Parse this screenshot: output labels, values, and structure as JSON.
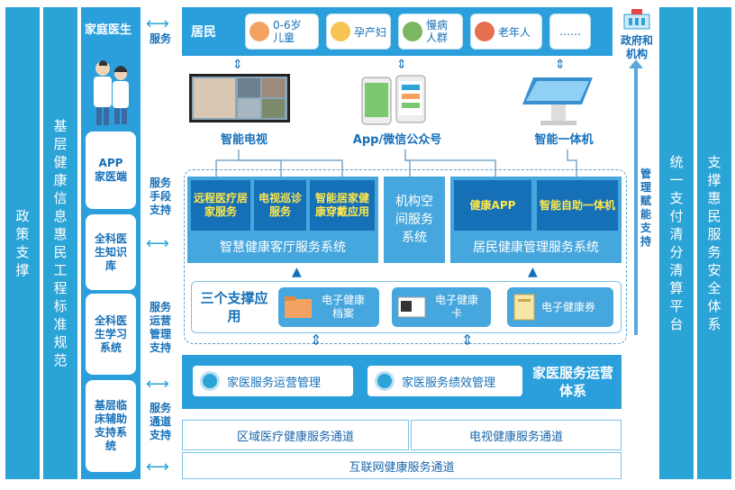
{
  "left_bar1": "政策支撑",
  "left_bar2": "基层健康信息惠民工程标准规范",
  "right_bar1": "统一支付清分清算平台",
  "right_bar2": "支撑惠民服务安全体系",
  "family_doctor": "家庭医生",
  "left_cards": [
    "APP家医端",
    "全科医生知识库",
    "全科医生学习系统",
    "基层临床辅助支持系统"
  ],
  "arrow_labels": {
    "service": "服务",
    "means": "服务手段支持",
    "ops": "服务运营管理支持",
    "channel": "服务通道支持"
  },
  "residents": {
    "label": "居民",
    "groups": [
      "0-6岁儿童",
      "孕产妇",
      "慢病人群",
      "老年人",
      "……"
    ]
  },
  "gov": "政府和机构",
  "mgmt": "管理赋能支持",
  "devices": [
    "智能电视",
    "App/微信公众号",
    "智能一体机"
  ],
  "smart_hall": {
    "items": [
      "远程医疗居家服务",
      "电视巡诊服务",
      "智能居家健康穿戴应用"
    ],
    "title": "智慧健康客厅服务系统"
  },
  "space": "机构空间服务系统",
  "resident_sys": {
    "items": [
      "健康APP",
      "智能自助一体机"
    ],
    "title": "居民健康管理服务系统"
  },
  "three_apps": {
    "title": "三个支撑应用",
    "items": [
      "电子健康档案",
      "电子健康卡",
      "电子健康券"
    ]
  },
  "ops": {
    "items": [
      "家医服务运营管理",
      "家医服务绩效管理"
    ],
    "title": "家医服务运营体系"
  },
  "channels": [
    "区域医疗健康服务通道",
    "电视健康服务通道",
    "互联网健康服务通道"
  ]
}
